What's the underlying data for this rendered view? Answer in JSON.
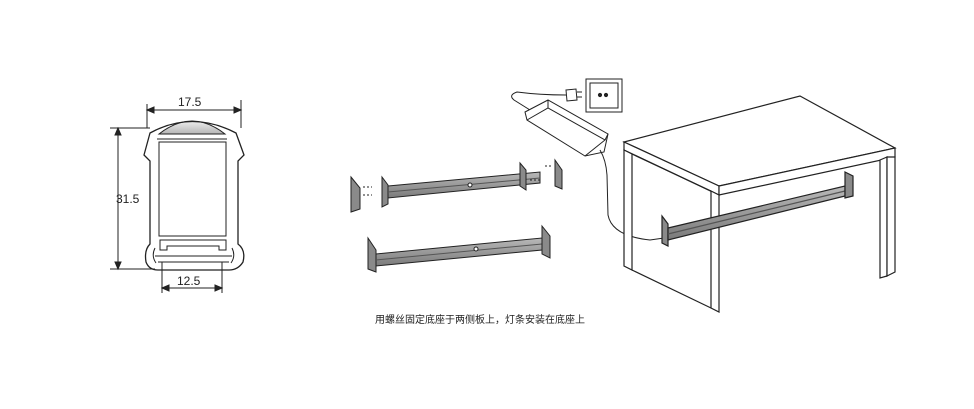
{
  "profile": {
    "width_top": "17.5",
    "height": "31.5",
    "width_bottom": "12.5"
  },
  "caption": "用螺丝固定底座于两侧板上，灯条安装在底座上",
  "colors": {
    "line": "#222222",
    "bar_fill": "#9a9a9a",
    "bar_dark": "#6e6e6e",
    "lens_fill": "#cfcfcf",
    "background": "#ffffff"
  }
}
